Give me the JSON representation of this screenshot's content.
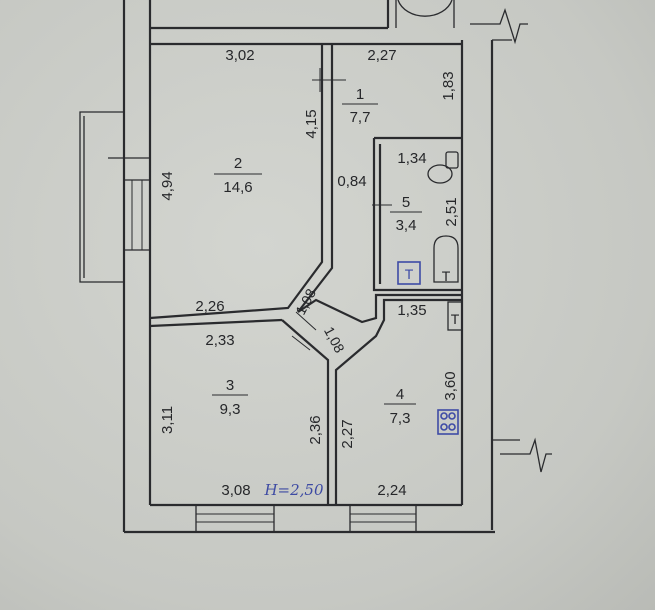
{
  "rooms": [
    {
      "number": "1",
      "area": "7,7"
    },
    {
      "number": "2",
      "area": "14,6"
    },
    {
      "number": "3",
      "area": "9,3"
    },
    {
      "number": "4",
      "area": "7,3"
    },
    {
      "number": "5",
      "area": "3,4"
    }
  ],
  "dimensions": {
    "top_left": "3,02",
    "top_right": "2,27",
    "hall_vertical": "1,83",
    "room1_left": "4,15",
    "room2_height": "4,94",
    "bath_top": "1,34",
    "bath_height": "2,51",
    "bath_door": "0,84",
    "room2_bottom": "2,26",
    "diag_upper": "1,08",
    "diag_lower": "1,08",
    "room3_top": "2,33",
    "kitchen_top": "1,35",
    "kitchen_height": "3,60",
    "room3_height": "3,11",
    "room3_inner": "2,36",
    "kitchen_inner": "2,27",
    "room3_bottom": "3,08",
    "kitchen_bottom": "2,24"
  },
  "handwritten_note": "H=2,50",
  "fixture_labels": {
    "bath_t": "T",
    "kitchen_t": "T"
  },
  "colors": {
    "ink": "#2a2b2e",
    "paper": "#c9cbc6",
    "pen": "#3e4ba6"
  }
}
